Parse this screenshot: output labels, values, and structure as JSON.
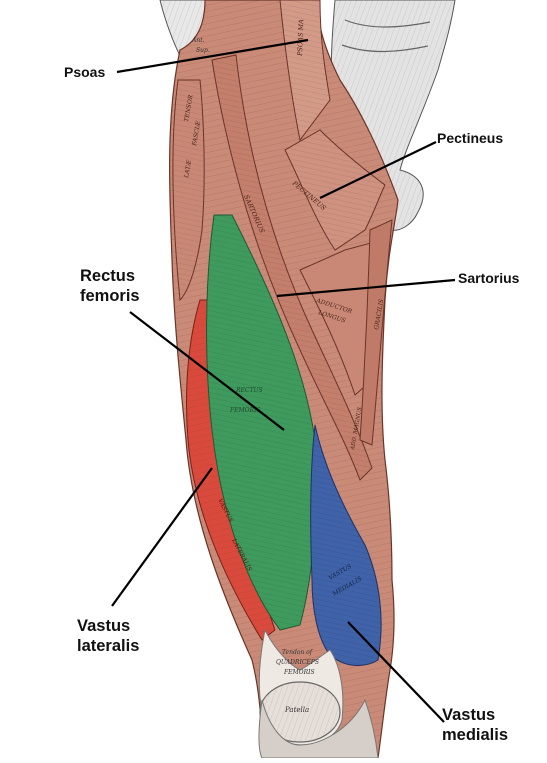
{
  "labels": {
    "psoas": "Psoas",
    "pectineus": "Pectineus",
    "sartorius": "Sartorius",
    "rectus_femoris": [
      "Rectus",
      "femoris"
    ],
    "vastus_lateralis": [
      "Vastus",
      "lateralis"
    ],
    "vastus_medialis": [
      "Vastus",
      "medialis"
    ]
  },
  "engraved_text": {
    "psoas": "PSOAS MA",
    "tensor": [
      "TENSOR",
      "FASCIÆ",
      "LATÆ"
    ],
    "sartorius": "SARTORIUS",
    "pectineus": "PECTINEUS",
    "adductor": [
      "ADDUCTOR",
      "LONGUS"
    ],
    "gracilis": "GRACILIS",
    "add_magnus": "ADD. MAGNUS",
    "rectus": [
      "RECTUS",
      "FEMORIS"
    ],
    "vastus_lat": [
      "VASTUS",
      "LATERALIS"
    ],
    "vastus_med": [
      "VASTUS",
      "MEDIALIS"
    ],
    "tendon": [
      "Tendon of",
      "QUADRICEPS",
      "FEMORIS"
    ],
    "patella": "Patella",
    "ant_sup": [
      "Ant.",
      "Sup."
    ]
  },
  "colors": {
    "muscle": "#c98a78",
    "muscle_dark": "#8a4a3a",
    "rectus_femoris": "#3f9a5e",
    "vastus_lateralis": "#d94a3c",
    "vastus_medialis": "#3f62a8",
    "bone": "#e3e3e3",
    "tendon": "#efe9e4",
    "leader_line": "#000000"
  }
}
